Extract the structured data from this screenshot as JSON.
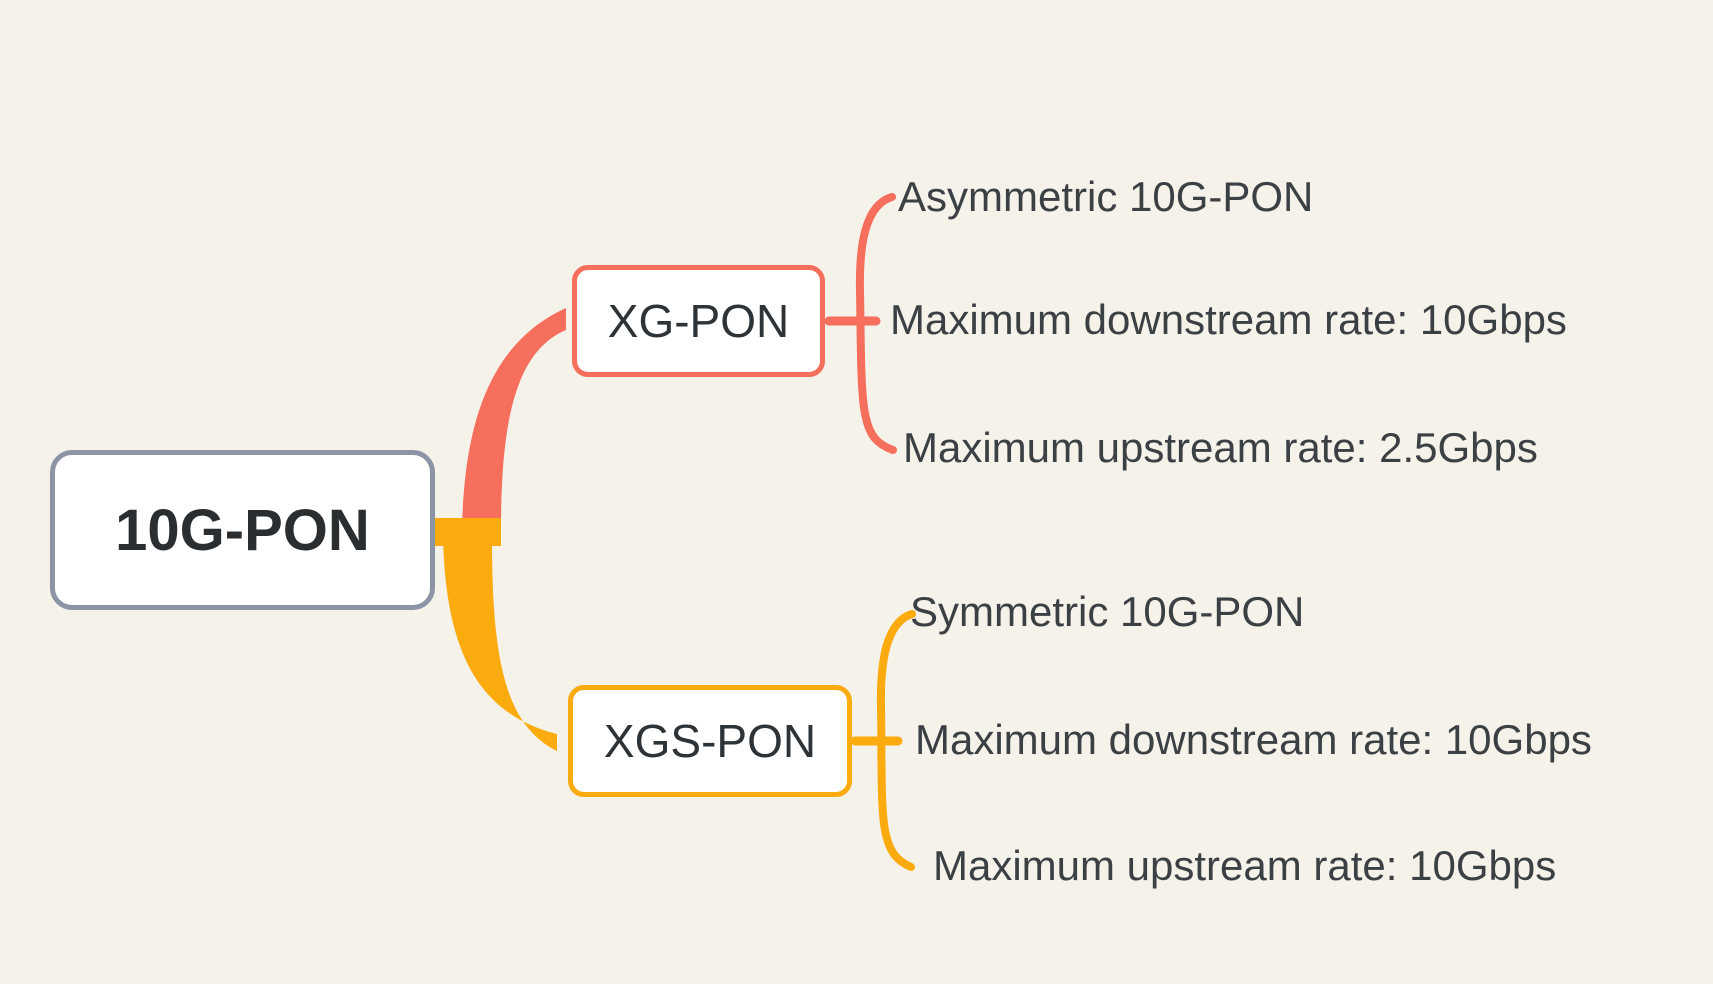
{
  "colors": {
    "background": "#F5F2EA",
    "root_border": "#8C95A6",
    "branch1": "#F66E5C",
    "branch2": "#FBAB0D",
    "node_bg": "#FFFFFF",
    "node_text": "#2E3338",
    "root_text": "#2B2E31",
    "leaf_text": "#3B4044"
  },
  "mindmap": {
    "root": {
      "label": "10G-PON"
    },
    "branches": [
      {
        "label": "XG-PON",
        "color": "#F66E5C",
        "children": [
          "Asymmetric 10G-PON",
          "Maximum downstream rate: 10Gbps",
          "Maximum upstream rate: 2.5Gbps"
        ]
      },
      {
        "label": "XGS-PON",
        "color": "#FBAB0D",
        "children": [
          "Symmetric 10G-PON",
          "Maximum downstream rate: 10Gbps",
          "Maximum upstream rate: 10Gbps"
        ]
      }
    ]
  }
}
